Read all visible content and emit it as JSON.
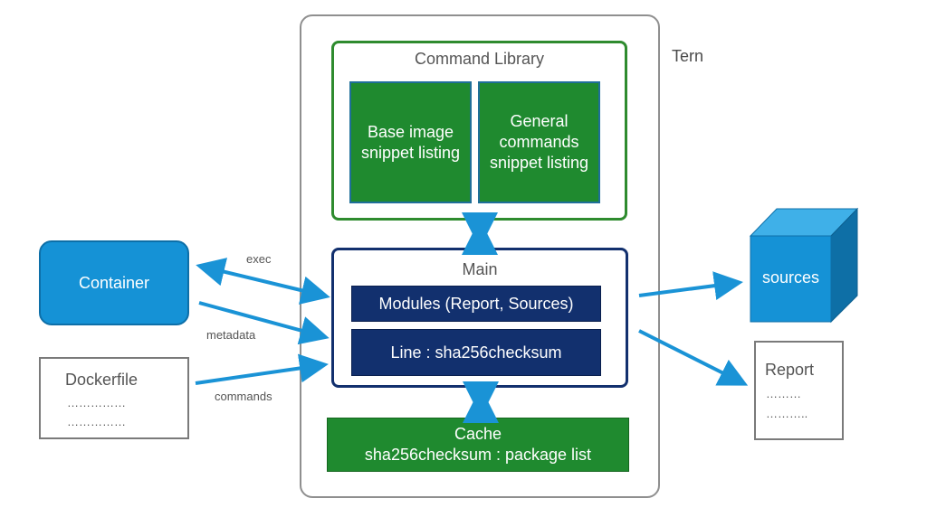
{
  "tern": {
    "label": "Tern"
  },
  "command_library": {
    "title": "Command Library",
    "tiles": [
      {
        "label": "Base image snippet listing"
      },
      {
        "label": "General commands snippet listing"
      }
    ]
  },
  "main": {
    "title": "Main",
    "modules_label": "Modules (Report, Sources)",
    "line_label": "Line : sha256checksum"
  },
  "cache": {
    "title": "Cache",
    "subtitle": "sha256checksum : package list"
  },
  "container": {
    "label": "Container"
  },
  "dockerfile": {
    "title": "Dockerfile",
    "dots": [
      "……………",
      "……………"
    ]
  },
  "sources": {
    "label": "sources"
  },
  "report": {
    "title": "Report",
    "dots": [
      "………",
      "……….."
    ]
  },
  "edges": {
    "exec": "exec",
    "metadata": "metadata",
    "commands": "commands"
  },
  "colors": {
    "green": "#1f8a2f",
    "navy": "#12306e",
    "blue": "#1592d6",
    "arrow": "#1a93d6"
  }
}
